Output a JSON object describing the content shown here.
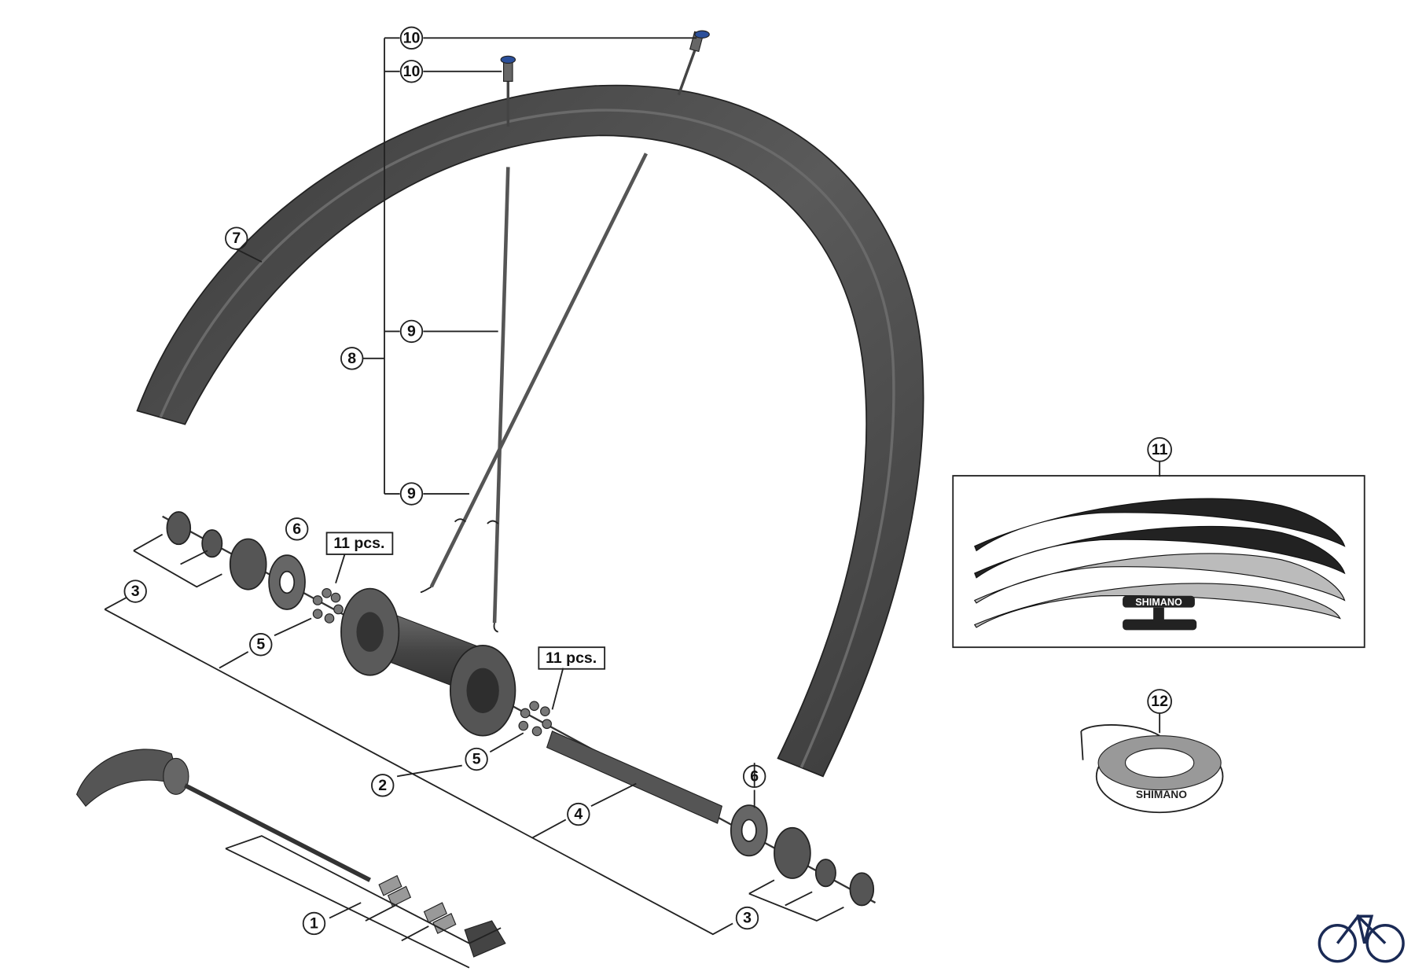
{
  "diagram": {
    "callouts": {
      "c1": "1",
      "c2": "2",
      "c3a": "3",
      "c3b": "3",
      "c4": "4",
      "c5a": "5",
      "c5b": "5",
      "c6a": "6",
      "c6b": "6",
      "c7": "7",
      "c8": "8",
      "c9a": "9",
      "c9b": "9",
      "c10a": "10",
      "c10b": "10",
      "c11": "11",
      "c12": "12"
    },
    "qty_a": "11 pcs.",
    "qty_b": "11 pcs.",
    "decal_brand": "SHIMANO",
    "tape_brand": "SHIMANO",
    "colors": {
      "rim": "#4a4a4a",
      "line": "#222222",
      "logo": "#1a2a55"
    }
  }
}
